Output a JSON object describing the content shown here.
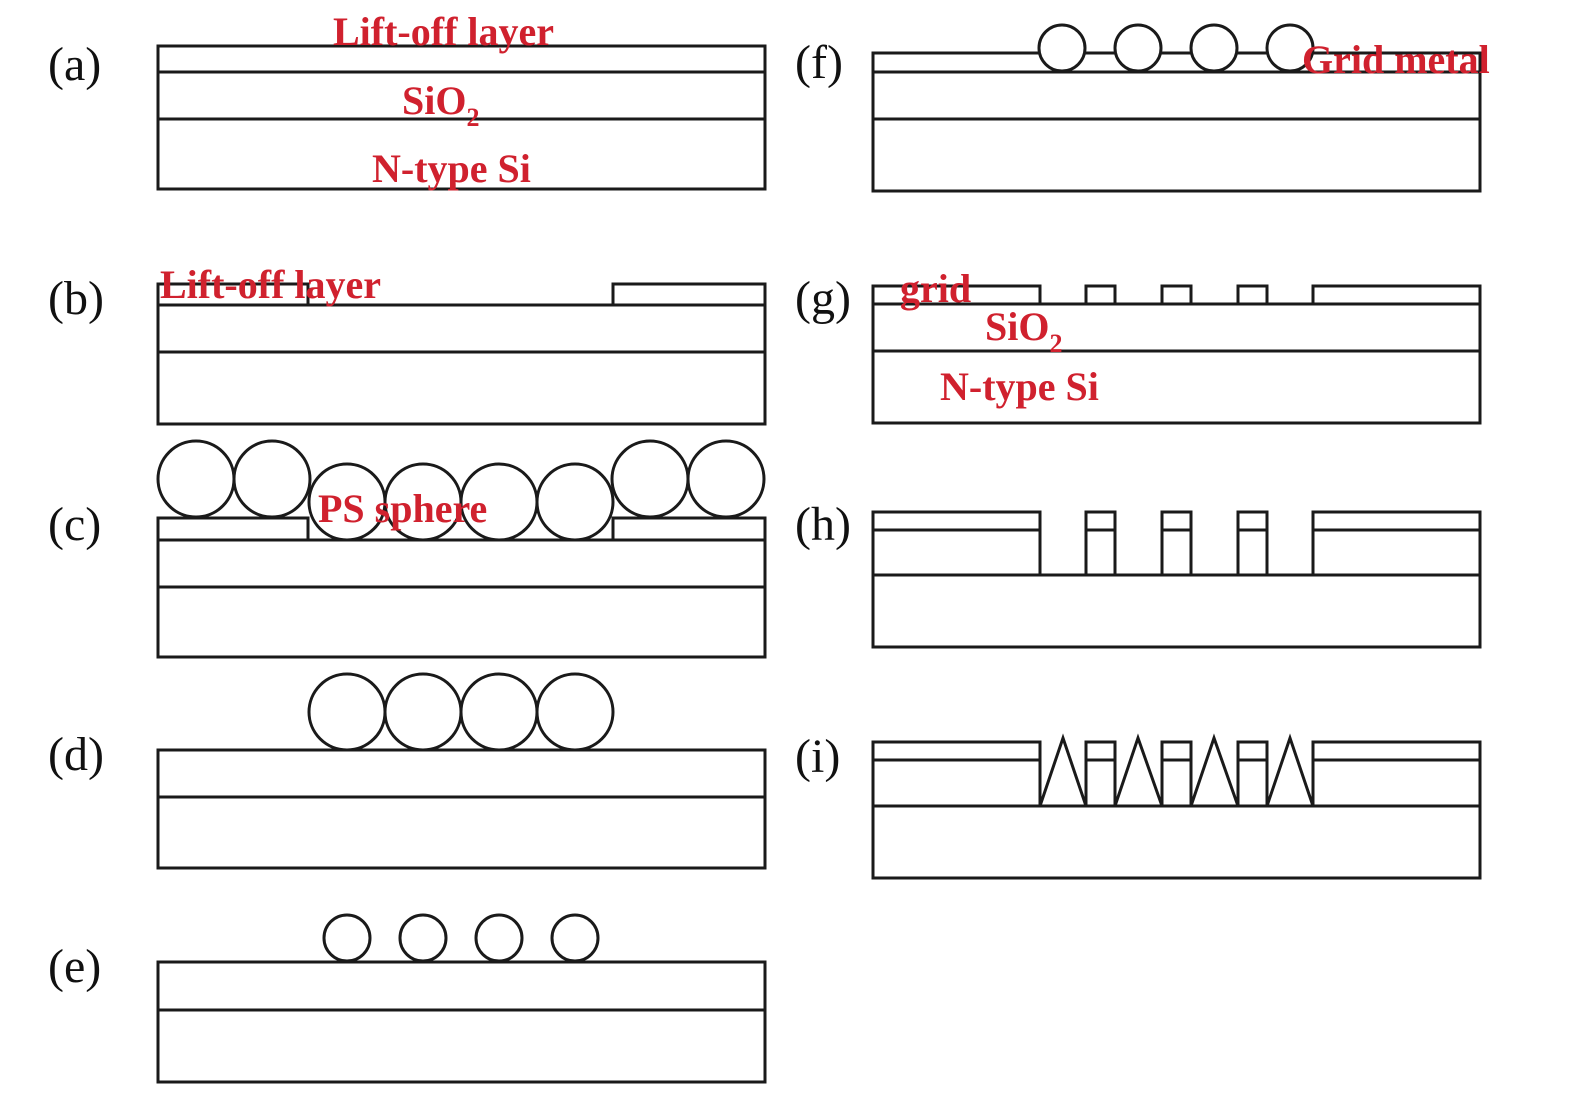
{
  "panels": {
    "a": {
      "label": "(a)",
      "lift_off": "Lift-off layer",
      "sio2_main": "SiO",
      "sio2_sub": "2",
      "si": "N-type Si"
    },
    "b": {
      "label": "(b)",
      "lift_off": "Lift-off layer"
    },
    "c": {
      "label": "(c)",
      "ps_sphere": "PS sphere"
    },
    "d": {
      "label": "(d)"
    },
    "e": {
      "label": "(e)"
    },
    "f": {
      "label": "(f)",
      "grid_metal": "Grid metal"
    },
    "g": {
      "label": "(g)",
      "grid": "grid",
      "sio2_main": "SiO",
      "sio2_sub": "2",
      "si": "N-type Si"
    },
    "h": {
      "label": "(h)"
    },
    "i": {
      "label": "(i)"
    }
  },
  "colors": {
    "annotation": "#d0212e",
    "outline": "#1a1a1a",
    "text": "#111111"
  }
}
